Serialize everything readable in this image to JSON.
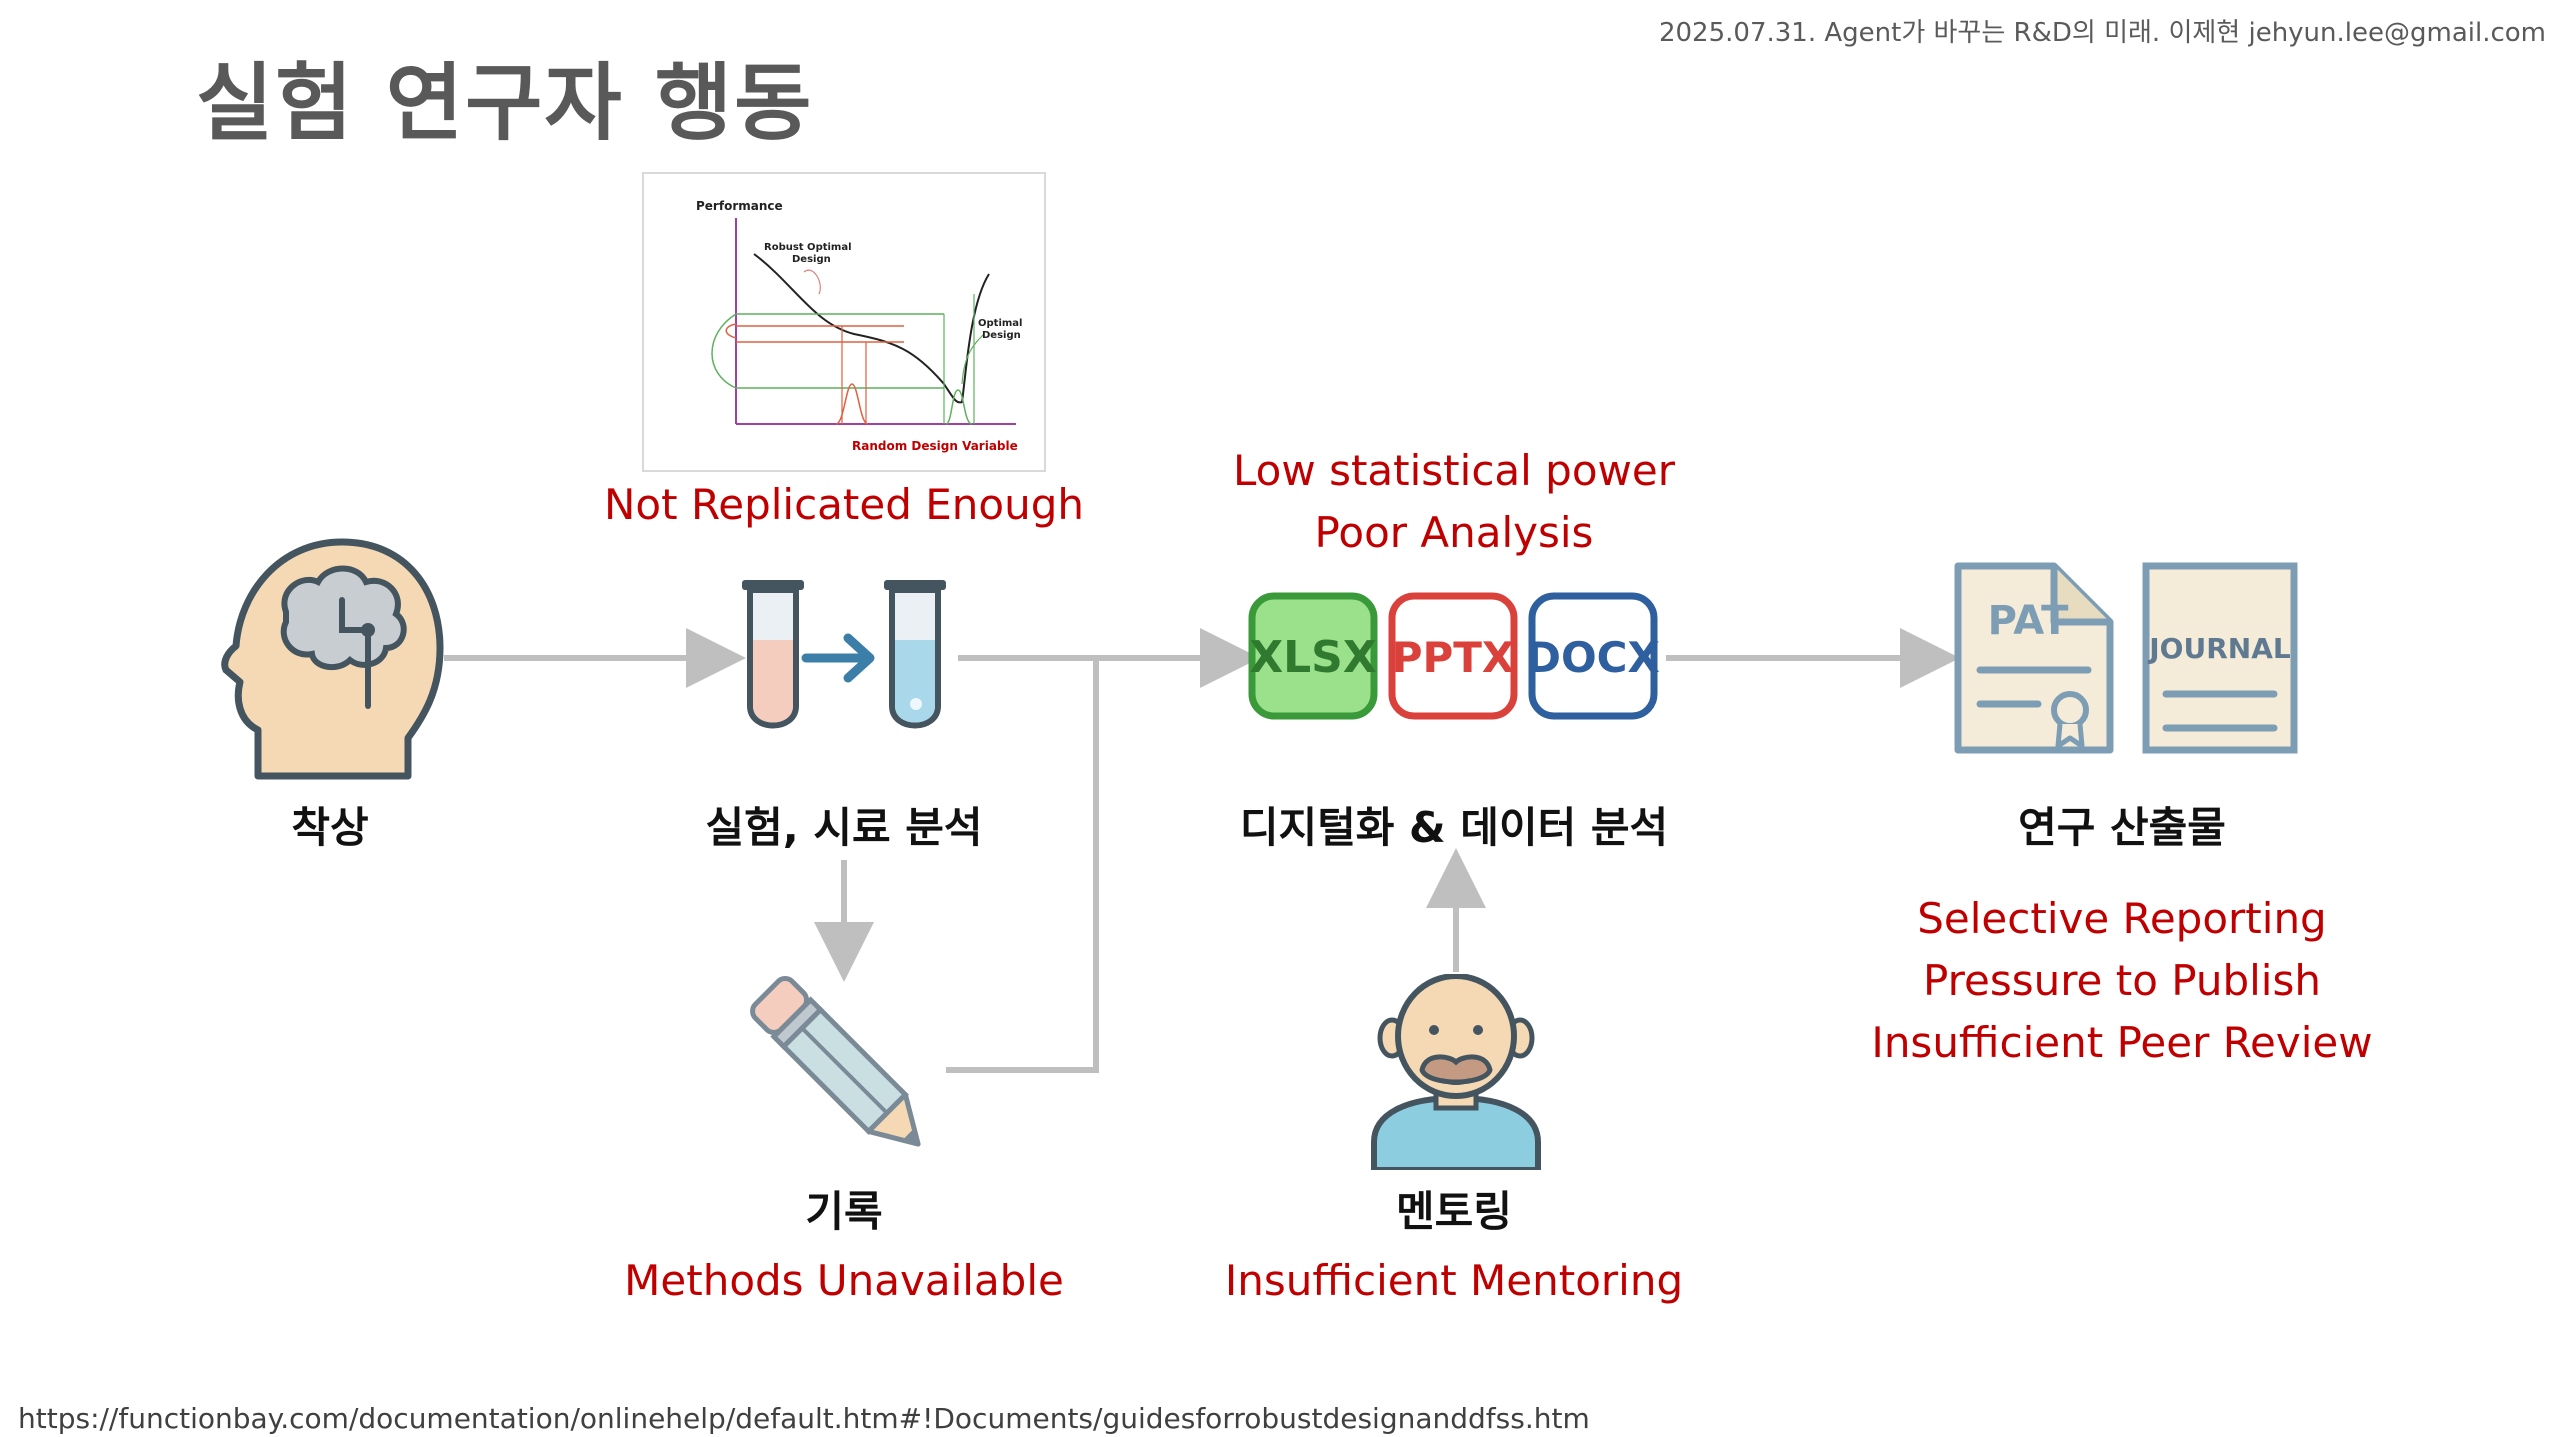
{
  "header": {
    "info": "2025.07.31. Agent가 바꾸는 R&D의 미래. 이제현 jehyun.lee@gmail.com"
  },
  "page": {
    "title": "실험 연구자 행동",
    "source_url": "https://functionbay.com/documentation/onlinehelp/default.htm#!Documents/guidesforrobustdesignanddfss.htm"
  },
  "nodes": {
    "ideation": {
      "label": "착상",
      "icon": "brain-head-icon"
    },
    "experiment": {
      "label": "실험, 시료 분석",
      "icon": "test-tubes-icon"
    },
    "recording": {
      "label": "기록",
      "icon": "pencil-icon"
    },
    "digitize": {
      "label": "디지털화 & 데이터 분석",
      "icon": "document-files-icon"
    },
    "mentoring": {
      "label": "멘토링",
      "icon": "mentor-avatar-icon"
    },
    "output": {
      "label": "연구 산출물",
      "icon": "patent-journal-icon"
    }
  },
  "issues": {
    "experiment": [
      "Not Replicated Enough"
    ],
    "digitize": [
      "Low statistical power",
      "Poor Analysis"
    ],
    "recording": [
      "Methods Unavailable"
    ],
    "mentoring": [
      "Insufficient Mentoring"
    ],
    "output": [
      "Selective Reporting",
      "Pressure to Publish",
      "Insufficient Peer Review"
    ]
  },
  "file_badges": [
    "XLSX",
    "PPTX",
    "DOCX"
  ],
  "doc_badges": {
    "patent": "PAT",
    "journal": "JOURNAL"
  },
  "figure": {
    "title": "Performance",
    "robust_label_1": "Robust Optimal",
    "robust_label_2": "Design",
    "optimal_label_1": "Optimal",
    "optimal_label_2": "Design",
    "xlabel": "Random Design Variable"
  },
  "colors": {
    "arrow": "#bfbfbf",
    "issue_text": "#c00000",
    "xlsx": "#3a9a3a",
    "pptx": "#d9413a",
    "docx": "#2e5f9e"
  }
}
